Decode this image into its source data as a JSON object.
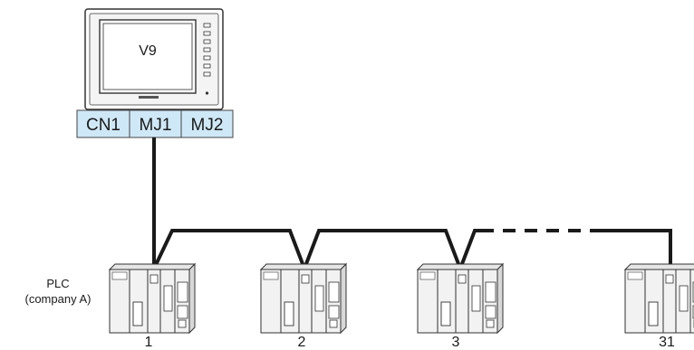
{
  "hmi": {
    "screen_label": "V9",
    "ports": [
      "CN1",
      "MJ1",
      "MJ2"
    ]
  },
  "plc_label": {
    "line1": "PLC",
    "line2": "(company A)"
  },
  "station_numbers": [
    "1",
    "2",
    "3",
    "31"
  ],
  "colors": {
    "port_fill": "#cfe8f7",
    "cable": "#1a1a1a",
    "module_fill": "#f2f2f2"
  },
  "icons": [
    "hmi-panel-icon",
    "plc-unit-icon"
  ]
}
